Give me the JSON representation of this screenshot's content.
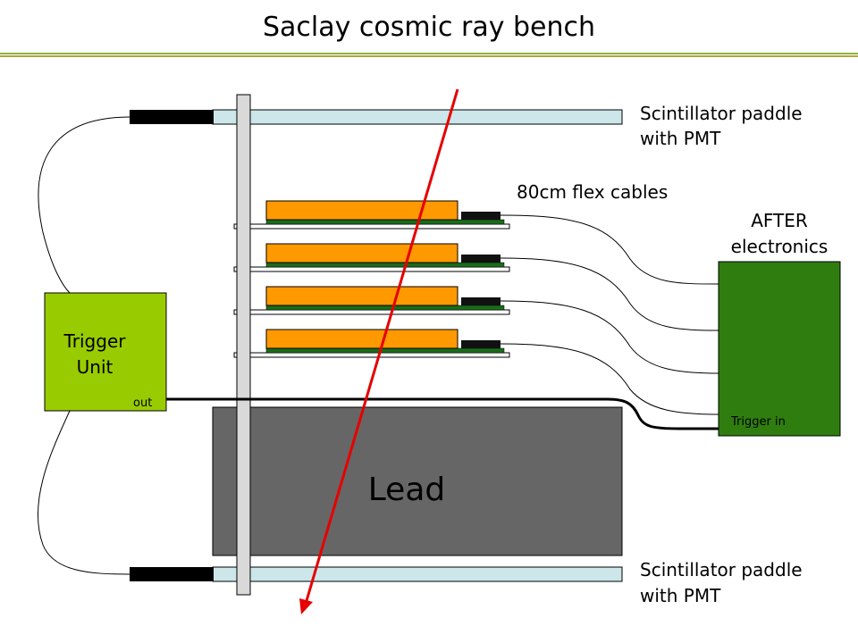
{
  "title": "Saclay cosmic ray bench",
  "labels": {
    "top_paddle_line1": "Scintillator paddle",
    "top_paddle_line2": "with PMT",
    "bottom_paddle_line1": "Scintillator paddle",
    "bottom_paddle_line2": "with PMT",
    "flex_cables": "80cm flex cables",
    "after_line1": "AFTER",
    "after_line2": "electronics",
    "trigger_in": "Trigger in",
    "trigger_unit_line1": "Trigger",
    "trigger_unit_line2": "Unit",
    "out": "out",
    "lead": "Lead"
  },
  "colors": {
    "title_rule_green": "#8db33a",
    "title_rule_olive": "#b0a640",
    "paddle": "#cce6ea",
    "pmt": "#000000",
    "support_rod": "#d9d9d9",
    "detector_board": "#ff9900",
    "detector_pcb": "#1a6b1a",
    "connector": "#111111",
    "after_box": "#2f7d0f",
    "trigger_box": "#99cc00",
    "lead_block": "#666666",
    "cosmic_ray": "#e60000"
  },
  "detector_count": 4
}
